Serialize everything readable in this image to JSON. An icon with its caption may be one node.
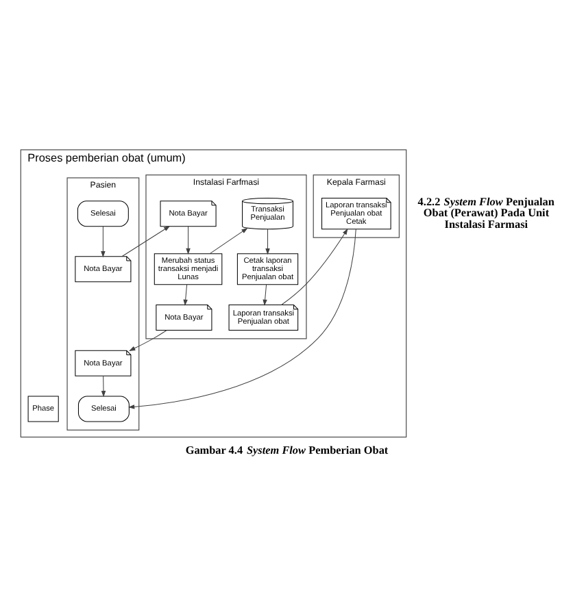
{
  "diagram": {
    "caption": "Gambar 4.4 *System Flow* Pemberian Obat",
    "nodes": [
      {
        "text": [
          "Proses pemberian obat (umum)"
        ]
      },
      {
        "text": [
          "Pasien"
        ],
        "in": 0
      },
      {
        "text": [
          "Instalasi Farfmasi"
        ],
        "in": 0
      },
      {
        "text": [
          "Kepala Farmasi"
        ],
        "in": 0
      },
      {
        "text": [
          "Selesai"
        ],
        "in": 1
      },
      {
        "text": [
          "Nota Bayar"
        ],
        "in": 1
      },
      {
        "text": [
          "Nota Bayar"
        ],
        "in": 1
      },
      {
        "text": [
          "Selesai"
        ],
        "in": 1
      },
      {
        "text": [
          "Nota Bayar"
        ],
        "in": 2
      },
      {
        "text": [
          "Merubah status transaksi menjadi Lunas"
        ],
        "in": 2
      },
      {
        "text": [
          "Nota Bayar"
        ],
        "in": 2
      },
      {
        "text": [
          "Transaksi Penjualan"
        ],
        "in": 2
      },
      {
        "text": [
          "Cetak laporan transaksi Penjualan obat"
        ],
        "in": 2
      },
      {
        "text": [
          "Laporan transaksi Penjualan obat"
        ],
        "in": 2
      },
      {
        "text": [
          "Laporan transaksi Penjualan obat Cetak"
        ],
        "in": 3
      },
      {
        "text": [
          "Phase"
        ],
        "in": 0
      }
    ],
    "edges": [
      {
        "from": 4,
        "to": 5,
        "arrow": "to"
      },
      {
        "from": 5,
        "to": 8,
        "arrow": "to"
      },
      {
        "from": 8,
        "to": 9,
        "arrow": "to"
      },
      {
        "from": 9,
        "to": 11,
        "arrow": "to"
      },
      {
        "from": 9,
        "to": 10,
        "arrow": "to"
      },
      {
        "from": 10,
        "to": 6,
        "arrow": "to"
      },
      {
        "from": 6,
        "to": 7,
        "arrow": "to"
      },
      {
        "from": 11,
        "to": 12,
        "arrow": "to"
      },
      {
        "from": 12,
        "to": 13,
        "arrow": "to"
      },
      {
        "from": 13,
        "to": 14,
        "arrow": "to"
      },
      {
        "from": 14,
        "to": 7,
        "arrow": "to"
      }
    ],
    "labels": [
      "4.2.2 *System Flow* Penjualan Obat (Perawat) Pada Unit Instalasi Farmasi"
    ]
  }
}
